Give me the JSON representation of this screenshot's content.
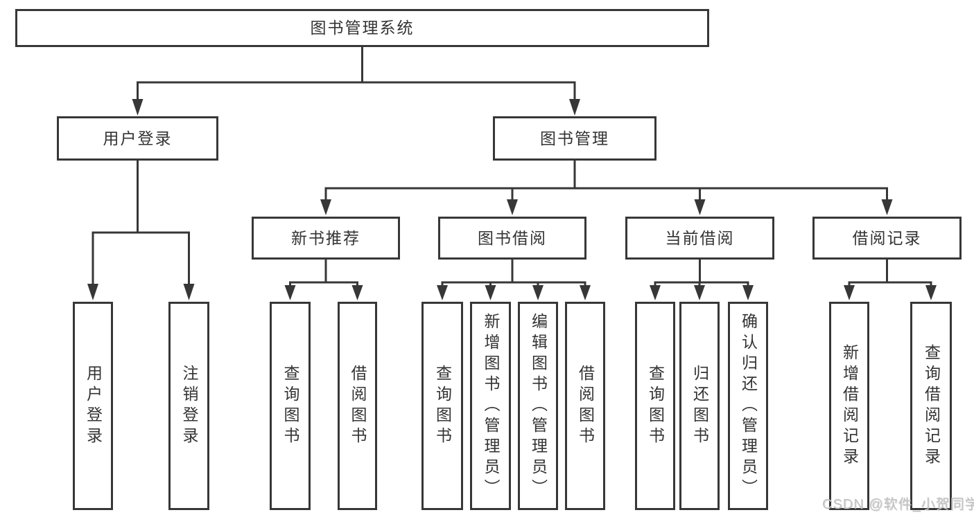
{
  "tree": {
    "root": "图书管理系统",
    "user_login_branch": {
      "label": "用户登录",
      "children": [
        "用户登录",
        "注销登录"
      ]
    },
    "book_mgmt_branch": {
      "label": "图书管理",
      "children": [
        {
          "label": "新书推荐",
          "children": [
            "查询图书",
            "借阅图书"
          ]
        },
        {
          "label": "图书借阅",
          "children": [
            "查询图书",
            "新增图书（管理员）",
            "编辑图书（管理员）",
            "借阅图书"
          ]
        },
        {
          "label": "当前借阅",
          "children": [
            "查询图书",
            "归还图书",
            "确认归还（管理员）"
          ]
        },
        {
          "label": "借阅记录",
          "children": [
            "新增借阅记录",
            "查询借阅记录"
          ]
        }
      ]
    }
  },
  "watermark": "CSDN @软件_小贺同学",
  "colors": {
    "line": "#373737",
    "border": "#373737",
    "text": "#333333",
    "background": "#ffffff",
    "watermark": "#c3c3c3"
  }
}
